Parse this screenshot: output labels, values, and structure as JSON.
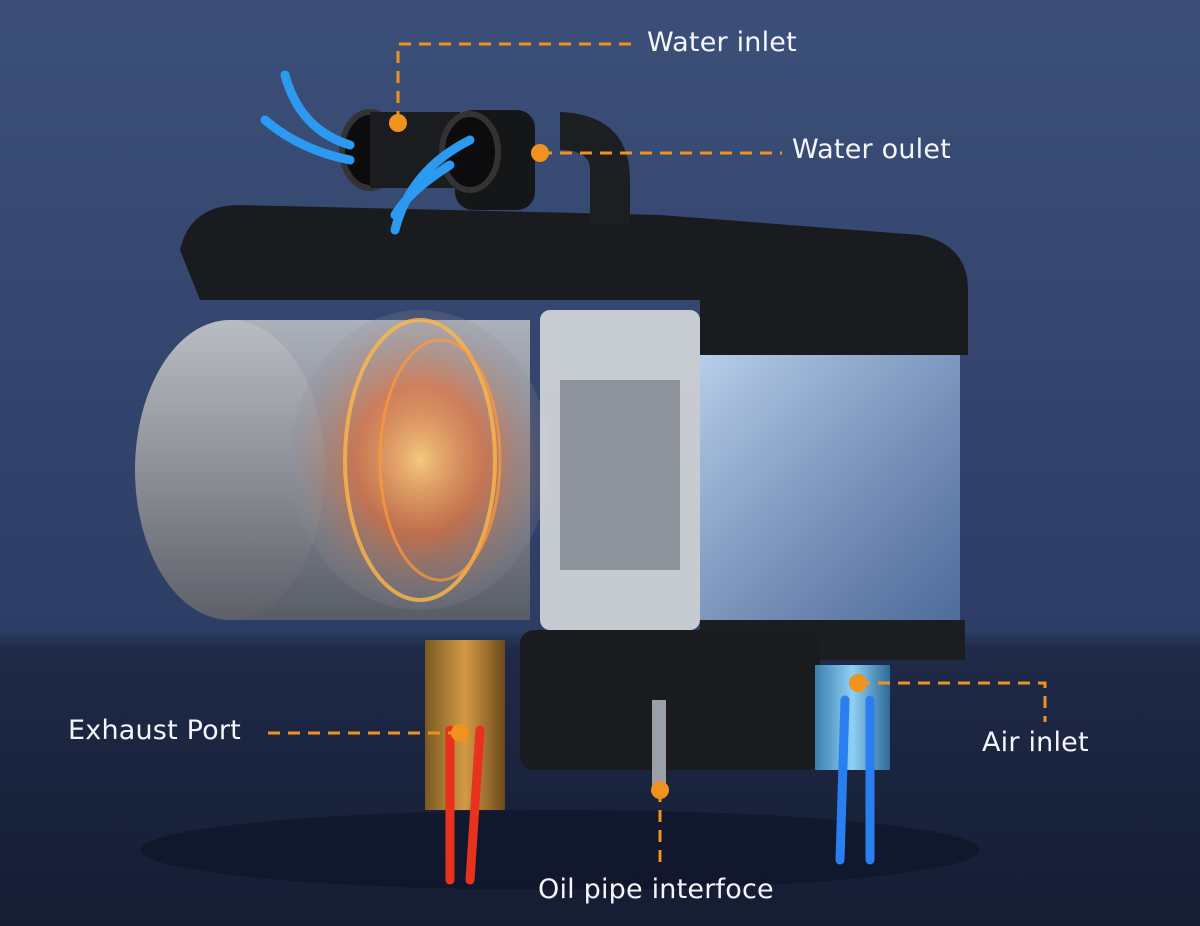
{
  "colors": {
    "accent": "#f0921e",
    "background_top": "#3c4f78",
    "background_bottom": "#18213a",
    "label_text": "#f4f6fa"
  },
  "labels": {
    "water_inlet": "Water inlet",
    "water_outlet": "Water oulet",
    "exhaust_port": "Exhaust Port",
    "air_inlet": "Air inlet",
    "oil_pipe": "Oil pipe interfoce"
  }
}
